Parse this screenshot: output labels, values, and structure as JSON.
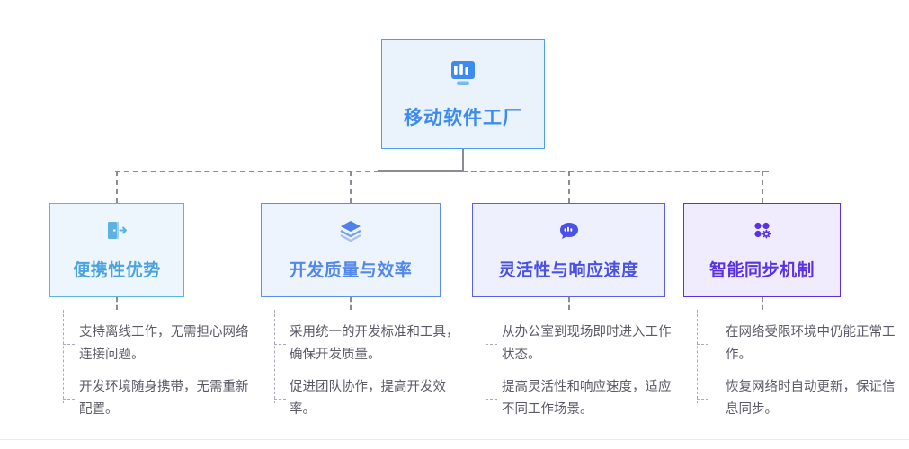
{
  "root": {
    "title": "移动软件工厂",
    "icon": "monitor-chart-icon",
    "bg": "#eaf3fc",
    "border": "#4a9eea",
    "text_color": "#3d8bf2"
  },
  "branches": [
    {
      "title": "便携性优势",
      "icon": "door-exit-icon",
      "bg": "#edf5fd",
      "border": "#5ab6e0",
      "text_color": "#4aa3e0",
      "icon_color": "#5cb2e4",
      "bullets": [
        "支持离线工作，无需担心网络连接问题。",
        "开发环境随身携带，无需重新配置。"
      ]
    },
    {
      "title": "开发质量与效率",
      "icon": "layers-stack-icon",
      "bg": "#eef4fe",
      "border": "#5e8eea",
      "text_color": "#5287ec",
      "icon_color": "#4e82e8",
      "bullets": [
        "采用统一的开发标准和工具，确保开发质量。",
        "促进团队协作，提高开发效率。"
      ]
    },
    {
      "title": "灵活性与响应速度",
      "icon": "chat-bubble-icon",
      "bg": "#eff0fd",
      "border": "#5a5fe8",
      "text_color": "#4a52e6",
      "icon_color": "#4a52e6",
      "bullets": [
        "从办公室到现场即时进入工作状态。",
        "提高灵活性和响应速度，适应不同工作场景。"
      ]
    },
    {
      "title": "智能同步机制",
      "icon": "apps-gear-icon",
      "bg": "#f0ecfd",
      "border": "#5b2fe8",
      "text_color": "#5a32e4",
      "icon_color": "#5a32e4",
      "bullets": [
        "在网络受限环境中仍能正常工作。",
        "恢复网络时自动更新，保证信息同步。"
      ]
    }
  ],
  "connector_color": "#8c8c96",
  "spine_color": "#a9a9bb"
}
